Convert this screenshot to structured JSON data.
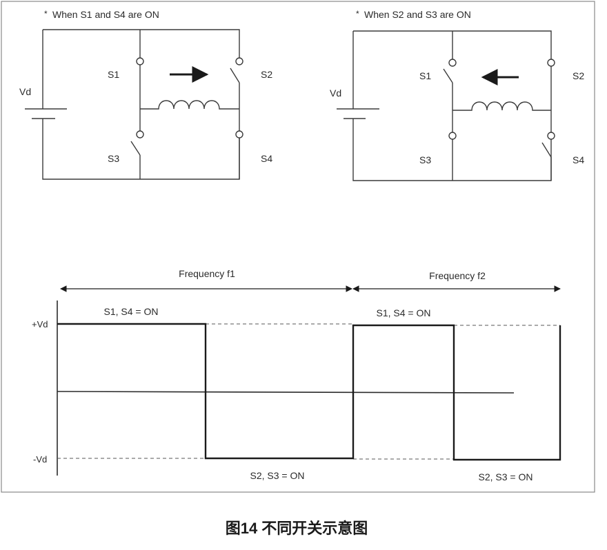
{
  "circuit_left": {
    "note": "When S1 and S4 are ON",
    "source_label": "Vd",
    "switches": [
      "S1",
      "S2",
      "S3",
      "S4"
    ]
  },
  "circuit_right": {
    "note": "When S2 and S3 are ON",
    "source_label": "Vd",
    "switches": [
      "S1",
      "S2",
      "S3",
      "S4"
    ]
  },
  "waveform": {
    "freq1_label": "Frequency f1",
    "freq2_label": "Frequency f2",
    "pos_label": "+Vd",
    "neg_label": "-Vd",
    "on_pos_1": "S1, S4 = ON",
    "on_pos_2": "S1, S4 = ON",
    "on_neg_1": "S2, S3 = ON",
    "on_neg_2": "S2, S3 = ON"
  },
  "caption": "图14 不同开关示意图"
}
